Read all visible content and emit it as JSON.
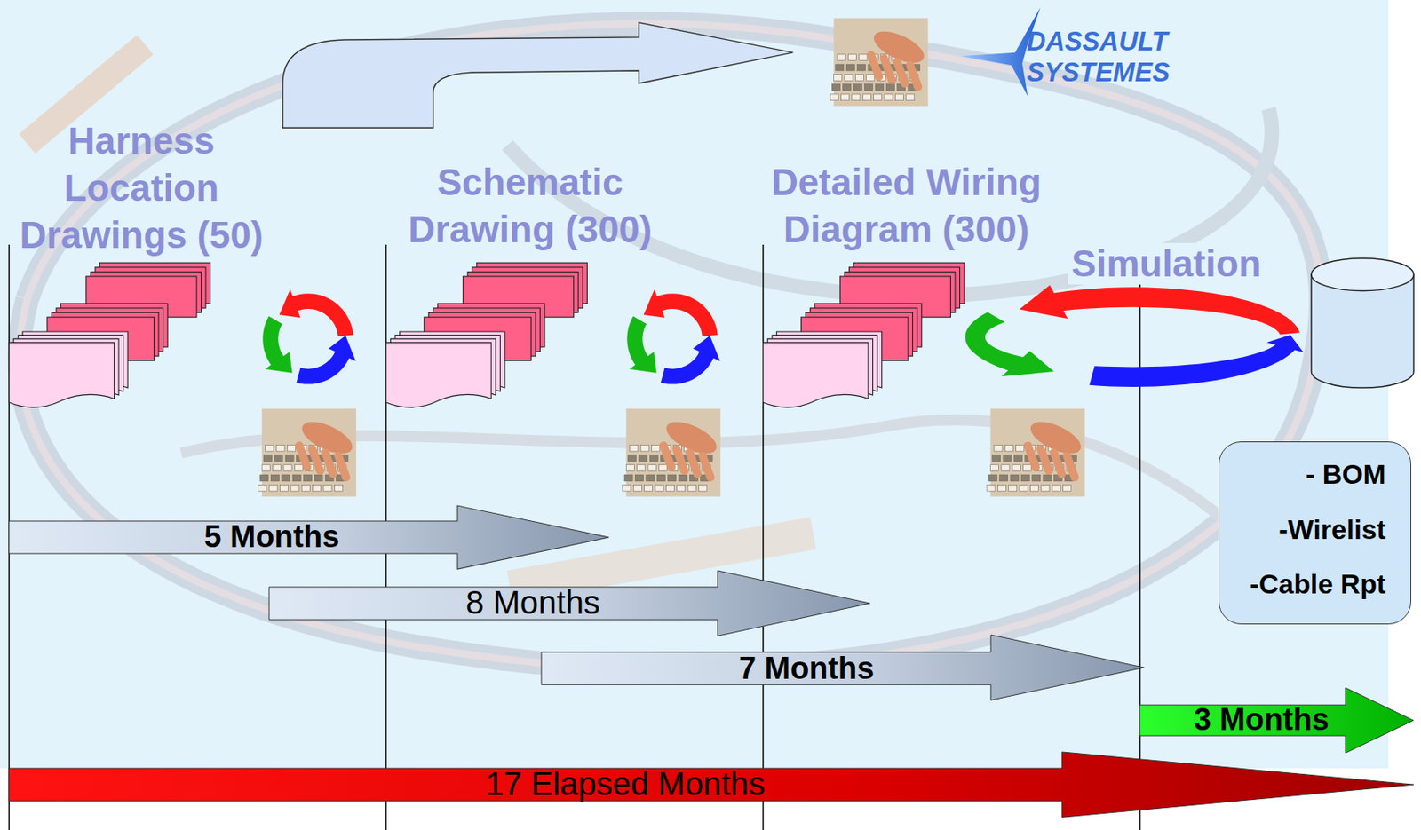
{
  "diagram": {
    "nodes": [
      {
        "text": [
          "- BOM",
          "-Wirelist",
          "-Cable Rpt"
        ]
      },
      {
        "text": [
          "5 Months"
        ]
      },
      {
        "text": [
          "8 Months"
        ]
      },
      {
        "text": [
          "7 Months"
        ]
      },
      {
        "text": [
          "3 Months"
        ]
      },
      {
        "text": [
          "17 Elapsed Months"
        ]
      }
    ],
    "labels": [
      "DASSAULT SYSTEMES",
      "Harness Location Drawings (50)",
      "Schematic Drawing (300)",
      "Detailed Wiring Diagram (300)",
      "Simulation"
    ]
  }
}
